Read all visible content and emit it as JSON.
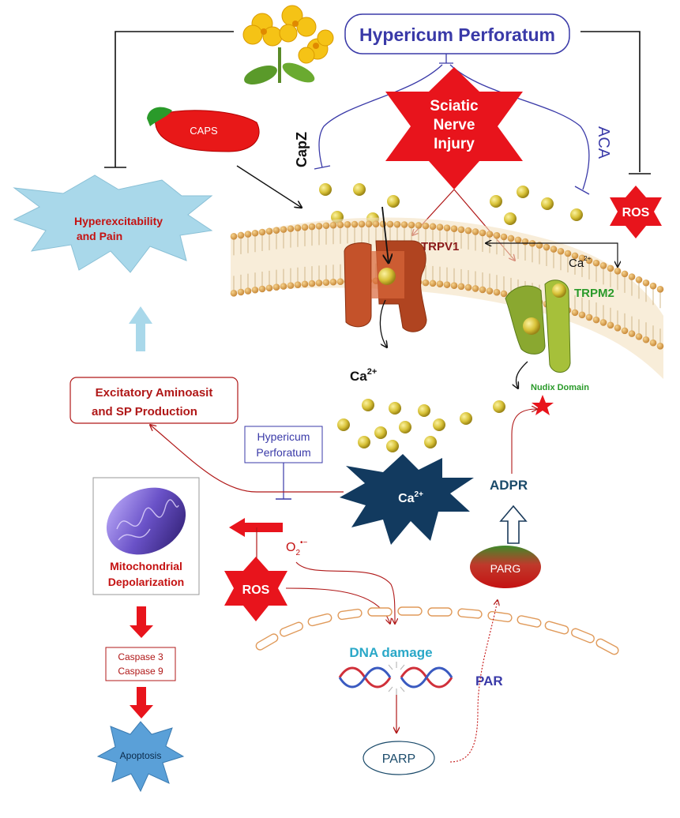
{
  "top_drug": "Hypericum Perforatum",
  "caps": "CAPS",
  "capz": "CapZ",
  "aca": "ACA",
  "ros_top": "ROS",
  "injury_line1": "Sciatic",
  "injury_line2": "Nerve",
  "injury_line3": "Injury",
  "pain_line1": "Hyperexcitability",
  "pain_line2": "and Pain",
  "trpv1": "TRPV1",
  "trpm2": "TRPM2",
  "ca_small": "Ca",
  "ca_small_sup": "2+",
  "ca_main": "Ca",
  "ca_main_sup": "2+",
  "nudix": "Nudix Domain",
  "excitatory_line1": "Excitatory Aminoasit",
  "excitatory_line2": "and SP Production",
  "hp_small_line1": "Hypericum",
  "hp_small_line2": "Perforatum",
  "ca_burst": "Ca",
  "ca_burst_sup": "2+",
  "adpr": "ADPR",
  "mito_line1": "Mitochondrial",
  "mito_line2": "Depolarization",
  "superoxide": "O",
  "superoxide_sub": "2",
  "superoxide_sup": "•−",
  "ros_mid": "ROS",
  "parg": "PARG",
  "dna_damage": "DNA damage",
  "par": "PAR",
  "caspase_line1": "Caspase 3",
  "caspase_line2": "Caspase 9",
  "parp": "PARP",
  "apoptosis": "Apoptosis",
  "colors": {
    "accent_red": "#e8141c",
    "dark_red": "#b01818",
    "blue_text": "#3a3aa8",
    "green_text": "#2a9a2a",
    "calcium_ball": "#d8c238",
    "membrane": "#d9a75a",
    "light_blue": "#a9d8ea",
    "navy": "#123a5f"
  }
}
